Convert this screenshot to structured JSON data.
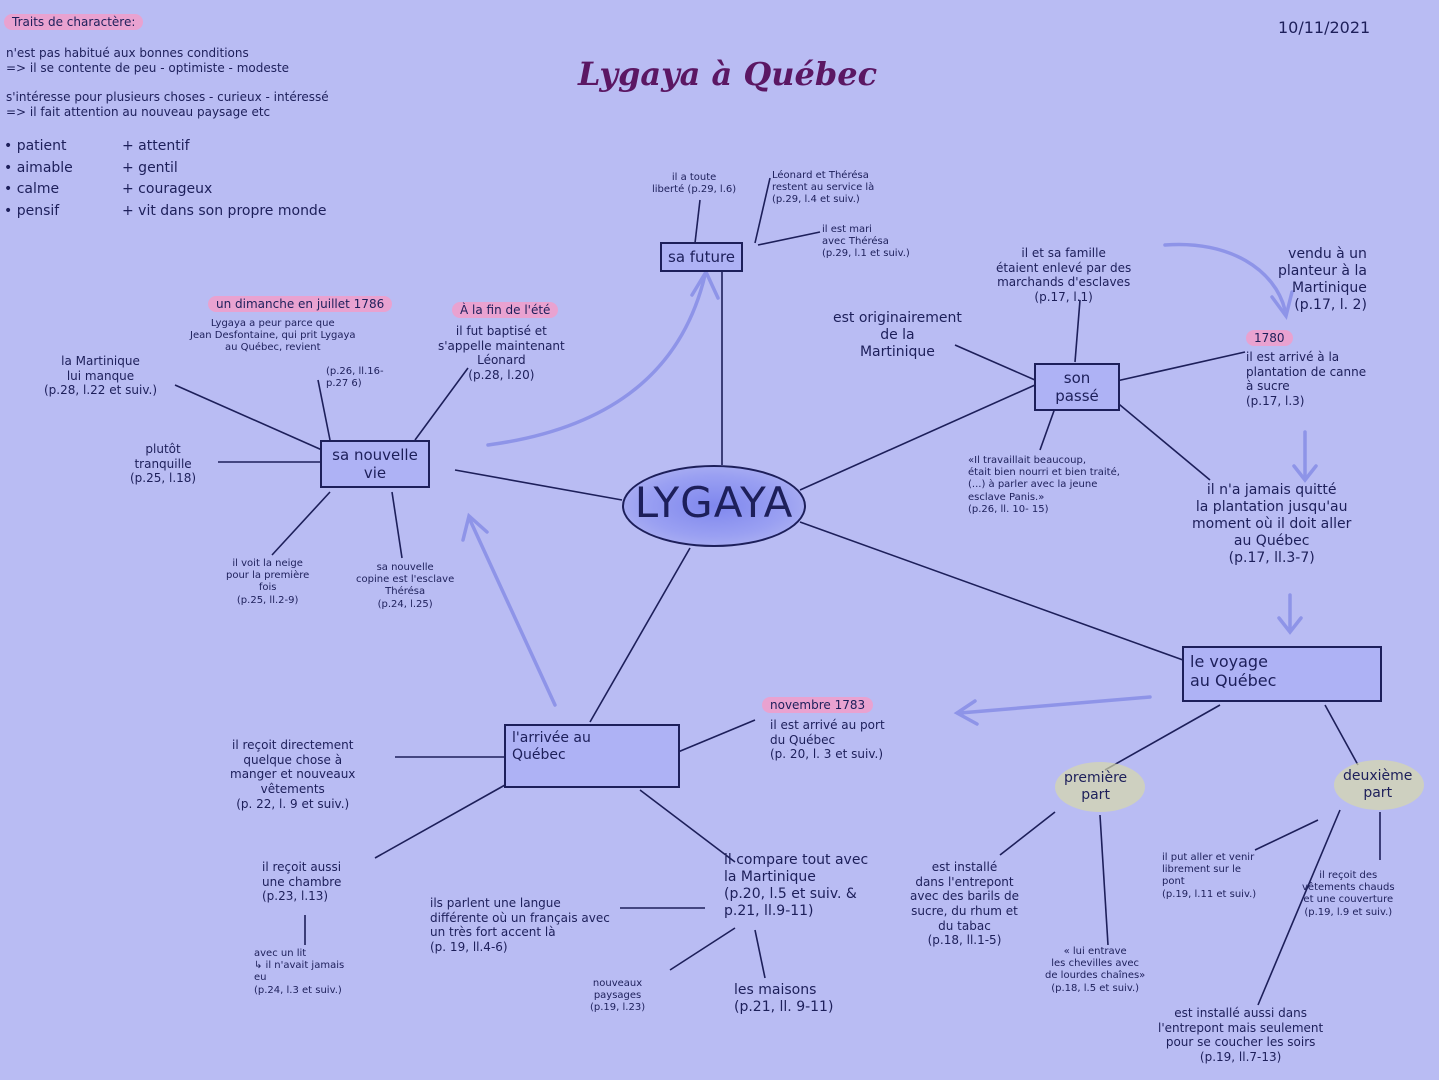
{
  "date": "10/11/2021",
  "title": "Lygaya à Québec",
  "center": "LYGAYA",
  "traits": {
    "header": "Traits de charactère:",
    "line1": "n'est pas habitué aux bonnes conditions\n=> il se contente de peu - optimiste - modeste",
    "line2": "s'intéresse pour plusieurs choses - curieux - intéressé\n=> il fait attention au nouveau paysage etc",
    "col1": "• patient\n• aimable\n• calme\n• pensif",
    "col2": "+ attentif\n+ gentil\n+ courageux\n+ vit dans son propre monde"
  },
  "future": {
    "label": "sa future",
    "n1": "il a toute\nliberté (p.29, l.6)",
    "n2": "Léonard et Thérésa\nrestent au service là\n(p.29, l.4 et suiv.)",
    "n3": "il est mari\navec Thérésa\n(p.29, l.1 et suiv.)"
  },
  "passe": {
    "label": "son\npassé",
    "n1": "il et sa famille\nétaient enlevé par des\nmarchands d'esclaves\n(p.17, l.1)",
    "n2": "vendu à un\nplanteur à la\nMartinique\n(p.17, l. 2)",
    "n3": "est originairement\nde la\nMartinique",
    "date1780": "1780",
    "n4": "il est arrivé à la\nplantation de canne\nà sucre\n(p.17, l.3)",
    "n5": "«Il travaillait beaucoup,\nétait bien nourri et bien traité,\n(...) à parler avec la jeune\nesclave Panis.»\n(p.26, ll. 10- 15)",
    "n6": "il n'a jamais quitté\nla plantation jusqu'au\nmoment où il doit   aller\nau Québec\n(p.17, ll.3-7)"
  },
  "vie": {
    "label": "sa nouvelle\nvie",
    "date1": "un dimanche en juillet 1786",
    "n1": "Lygaya a peur parce que\nJean Desfontaine, qui prit Lygaya\nau Québec, revient",
    "n1ref": "(p.26, ll.16-\np.27   6)",
    "date2": "À la fin de l'été",
    "n2": "il fut baptisé et\ns'appelle maintenant\nLéonard\n(p.28, l.20)",
    "n3": "la Martinique\nlui manque\n(p.28, l.22 et suiv.)",
    "n4": "plutôt\ntranquille\n(p.25, l.18)",
    "n5": "il voit la neige\npour la première\nfois\n(p.25, ll.2-9)",
    "n6": "sa nouvelle\ncopine est l'esclave\nThérésa\n(p.24, l.25)"
  },
  "voyage": {
    "label": "le voyage\nau Québec",
    "p1": "première\npart",
    "p2": "deuxième\npart",
    "n1": "est installé\ndans l'entrepont\navec des barils de\nsucre, du rhum et\ndu tabac\n(p.18, ll.1-5)",
    "n2": "« lui entrave\nles chevilles avec\nde lourdes chaînes»\n(p.18, l.5 et suiv.)",
    "n3": "il put aller et venir\nlibrement sur le\npont\n(p.19, l.11 et suiv.)",
    "n4": "il reçoit des\nvêtements chauds\net une couverture\n(p.19, l.9 et suiv.)",
    "n5": "est installé aussi dans\nl'entrepont mais seulement\npour se coucher les soirs\n(p.19, ll.7-13)"
  },
  "arrivee": {
    "label": "l'arrivée au\nQuébec",
    "date": "novembre 1783",
    "n1": "il est arrivé au port\ndu Québec\n(p. 20, l. 3 et suiv.)",
    "n2": "il reçoit directement\nquelque chose à\nmanger et nouveaux\nvêtements\n(p. 22, l. 9 et suiv.)",
    "n3": "il reçoit aussi\nune chambre\n(p.23, l.13)",
    "n4": "avec un lit\n↳ il n'avait jamais\neu\n(p.24, l.3 et suiv.)",
    "n5": "il compare tout avec\nla Martinique\n(p.20, l.5 et suiv. &\np.21, ll.9-11)",
    "n6": "ils parlent une langue\ndifférente où un français avec\nun très fort accent là\n(p. 19, ll.4-6)",
    "n7": "nouveaux\npaysages\n(p.19, l.23)",
    "n8": "les maisons\n(p.21, ll. 9-11)"
  }
}
